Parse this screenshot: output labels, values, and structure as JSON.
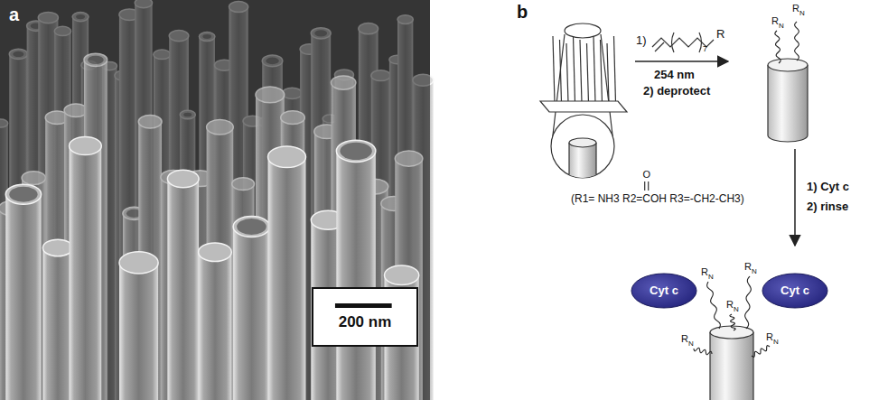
{
  "diagram": {
    "nodes": [
      {
        "text": [
          "200 nm"
        ]
      },
      {
        "text": [
          "Cyt c"
        ]
      },
      {
        "text": [
          "Cyt c"
        ]
      }
    ],
    "labels": [
      "a",
      "b",
      "1)",
      "7",
      "R",
      "254 nm",
      "2) deprotect",
      "R",
      "N",
      "R",
      "N",
      "1) Cyt c",
      "2) rinse",
      "O",
      "(R1= NH3 R2=COH R3=-CH2-CH3)",
      "R",
      "N",
      "R",
      "N",
      "R",
      "N",
      "R",
      "N",
      "R",
      "N"
    ]
  }
}
